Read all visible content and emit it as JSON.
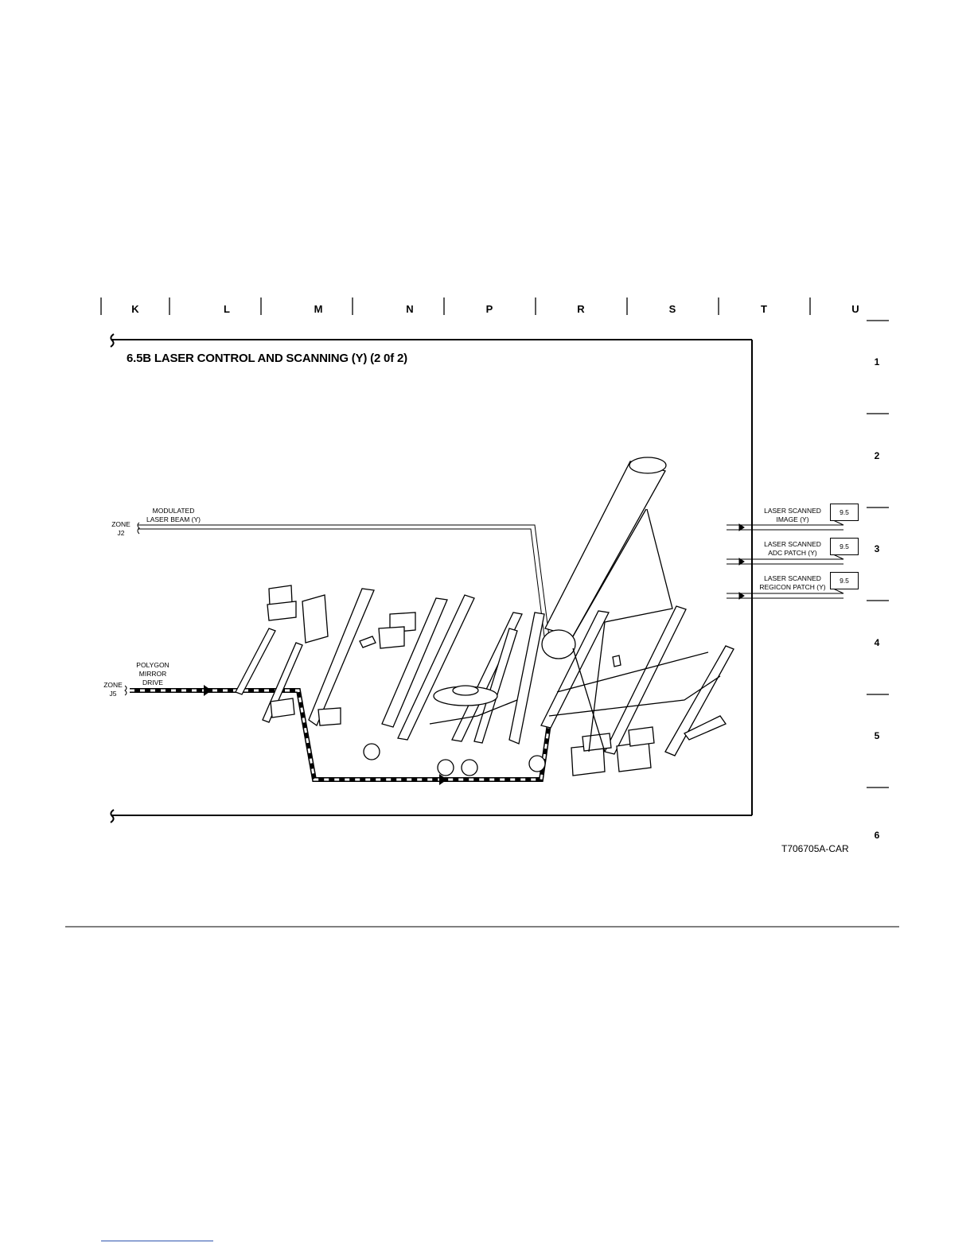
{
  "grid": {
    "columns": [
      "K",
      "L",
      "M",
      "N",
      "P",
      "R",
      "S",
      "T",
      "U"
    ],
    "rows": [
      "1",
      "2",
      "3",
      "4",
      "5",
      "6"
    ]
  },
  "diagram": {
    "title": "6.5B LASER CONTROL AND SCANNING (Y) (2 0f 2)",
    "inputs": [
      {
        "zone_line1": "ZONE",
        "zone_line2": "J2",
        "signal_line1": "MODULATED",
        "signal_line2": "LASER BEAM (Y)"
      },
      {
        "zone_line1": "ZONE",
        "zone_line2": "J5",
        "signal_line1": "POLYGON",
        "signal_line2": "MIRROR",
        "signal_line3": "DRIVE"
      }
    ],
    "outputs": [
      {
        "line1": "LASER SCANNED",
        "line2": "IMAGE (Y)",
        "ref": "9.5"
      },
      {
        "line1": "LASER SCANNED",
        "line2": "ADC PATCH (Y)",
        "ref": "9.5"
      },
      {
        "line1": "LASER SCANNED",
        "line2": "REGICON PATCH (Y)",
        "ref": "9.5"
      }
    ]
  },
  "figure_id": "T706705A-CAR"
}
